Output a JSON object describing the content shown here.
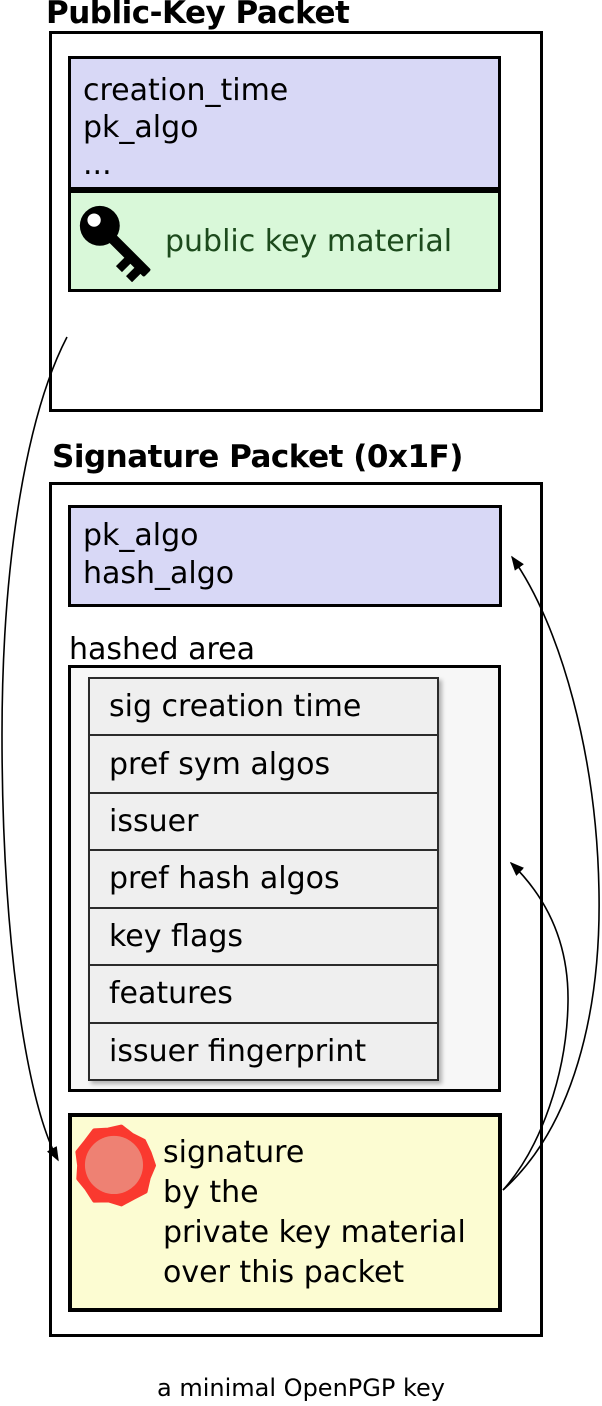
{
  "public_key_packet": {
    "title": "Public-Key Packet",
    "header_fields": [
      "creation_time",
      "pk_algo",
      "..."
    ],
    "key_material_label": "public key material"
  },
  "signature_packet": {
    "title": "Signature Packet (0x1F)",
    "header_fields": [
      "pk_algo",
      "hash_algo"
    ],
    "hashed_area_label": "hashed area",
    "subpackets": [
      "sig creation time",
      "pref sym algos",
      "issuer",
      "pref hash algos",
      "key flags",
      "features",
      "issuer fingerprint"
    ],
    "signature_lines": [
      "signature",
      "by the",
      "private key material",
      "over this packet"
    ]
  },
  "caption": "a minimal OpenPGP key",
  "icons": {
    "key": "key-icon",
    "seal": "seal-icon"
  },
  "colors": {
    "header_fill": "#d8d8f6",
    "key_material_fill": "#d9f8d9",
    "key_material_text": "#1c4a1c",
    "hashed_area_fill": "#f7f7f7",
    "subpacket_fill": "#efefef",
    "signature_fill": "#fcfcd2",
    "seal_ring": "#fa392f",
    "seal_center": "#ee8173",
    "border": "#000000"
  }
}
